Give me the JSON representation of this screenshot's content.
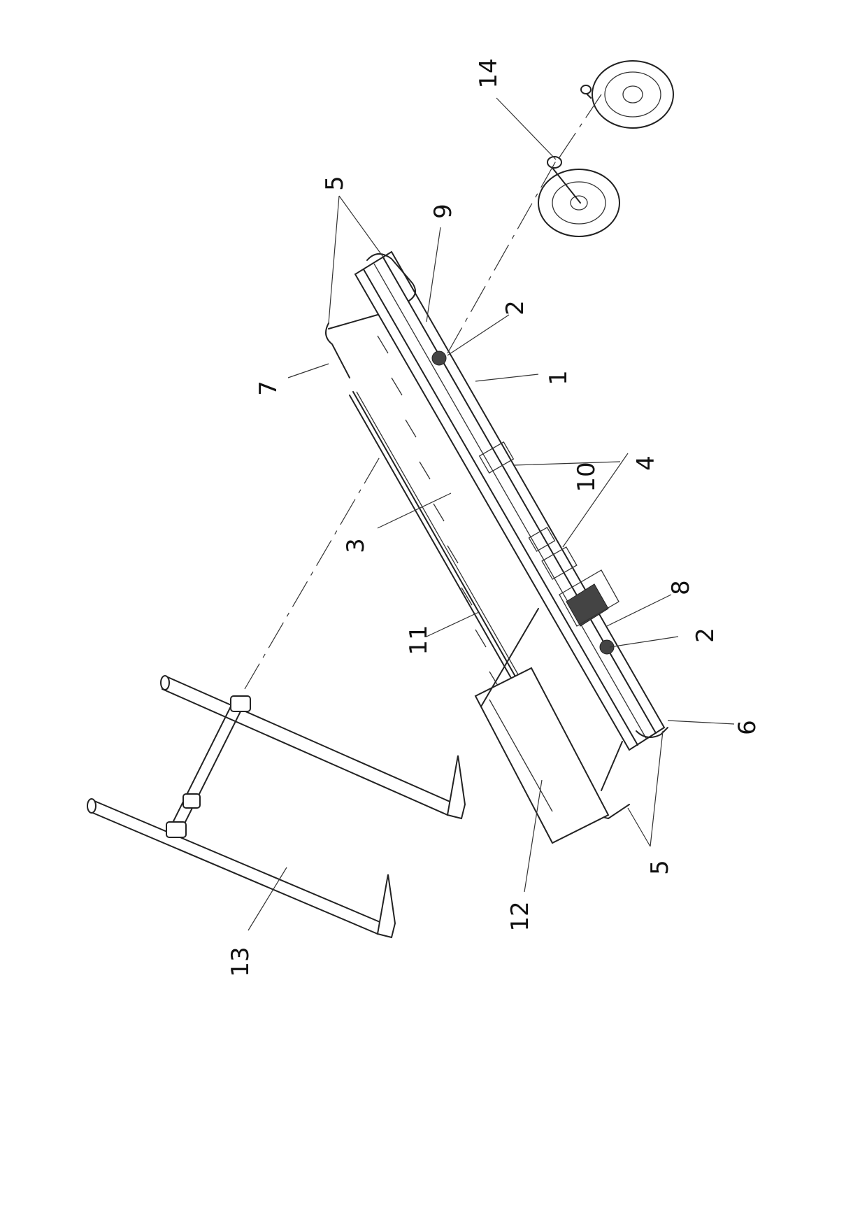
{
  "callouts": [
    {
      "id": "c1",
      "text": "1"
    },
    {
      "id": "c2a",
      "text": "2"
    },
    {
      "id": "c2b",
      "text": "2"
    },
    {
      "id": "c3",
      "text": "3"
    },
    {
      "id": "c4",
      "text": "4"
    },
    {
      "id": "c5a",
      "text": "5"
    },
    {
      "id": "c5b",
      "text": "5"
    },
    {
      "id": "c6",
      "text": "6"
    },
    {
      "id": "c7",
      "text": "7"
    },
    {
      "id": "c8",
      "text": "8"
    },
    {
      "id": "c9",
      "text": "9"
    },
    {
      "id": "c10",
      "text": "10"
    },
    {
      "id": "c11",
      "text": "11"
    },
    {
      "id": "c12",
      "text": "12"
    },
    {
      "id": "c13",
      "text": "13"
    },
    {
      "id": "c14",
      "text": "14"
    }
  ],
  "colors": {
    "line": "#222222",
    "background": "#ffffff"
  }
}
